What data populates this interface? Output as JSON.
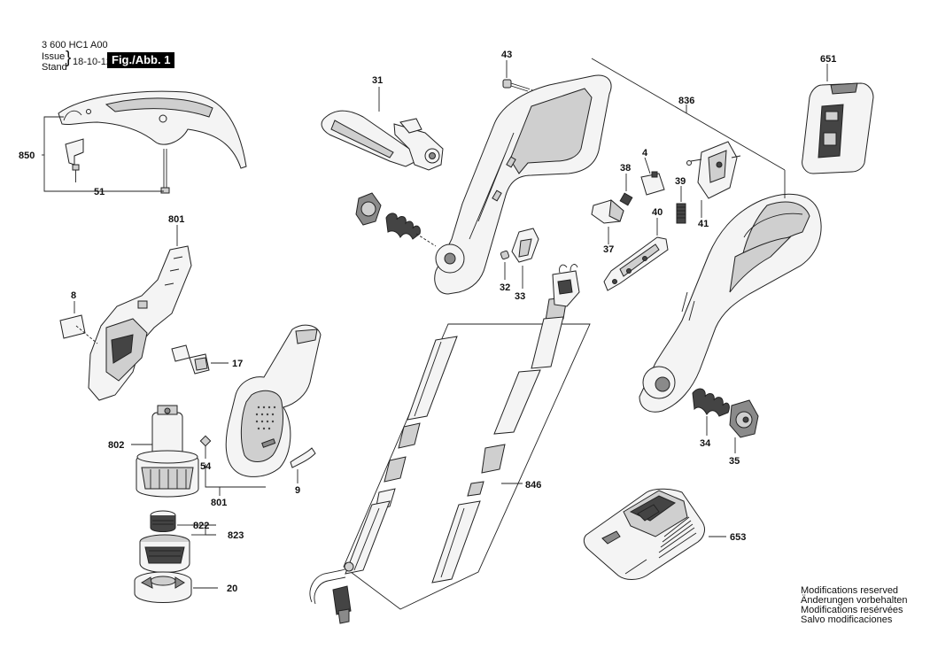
{
  "header": {
    "code": "3 600 HC1 A00",
    "issue_label": "Issue",
    "stand_label": "Stand",
    "date": "18-10-12",
    "figure": "Fig./Abb. 1"
  },
  "labels": [
    "31",
    "43",
    "836",
    "651",
    "850",
    "51",
    "801",
    "8",
    "17",
    "802",
    "54",
    "801",
    "9",
    "822",
    "823",
    "20",
    "38",
    "4",
    "39",
    "40",
    "41",
    "37",
    "32",
    "33",
    "846",
    "34",
    "35",
    "653"
  ],
  "notes": [
    "Modifications reserved",
    "Änderungen vorbehalten",
    "Modifications resérvées",
    "Salvo modificaciones"
  ]
}
